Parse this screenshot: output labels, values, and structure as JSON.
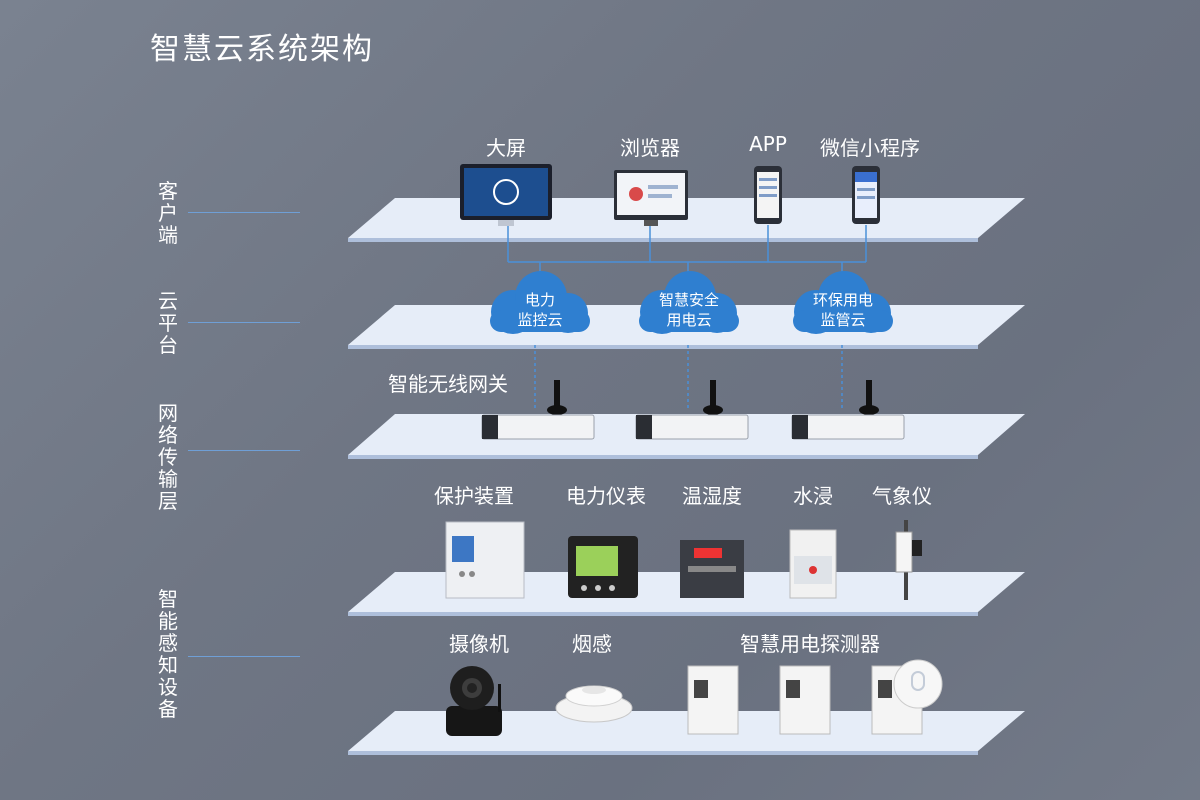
{
  "title": "智慧云系统架构",
  "layers": [
    {
      "id": "client",
      "label": "客户端"
    },
    {
      "id": "cloud",
      "label": "云平台"
    },
    {
      "id": "network",
      "label": "网络传输层"
    },
    {
      "id": "sensing",
      "label": "智能感知设备"
    }
  ],
  "client": {
    "items": [
      {
        "label": "大屏",
        "icon": "large-screen-icon"
      },
      {
        "label": "浏览器",
        "icon": "monitor-icon"
      },
      {
        "label": "APP",
        "icon": "phone-icon"
      },
      {
        "label": "微信小程序",
        "icon": "phone-icon"
      }
    ]
  },
  "cloud": {
    "items": [
      {
        "line1": "电力",
        "line2": "监控云"
      },
      {
        "line1": "智慧安全",
        "line2": "用电云"
      },
      {
        "line1": "环保用电",
        "line2": "监管云"
      }
    ]
  },
  "network": {
    "label": "智能无线网关",
    "gateway_count": 3
  },
  "devices_row1": [
    {
      "label": "保护装置",
      "icon": "protection-device-icon"
    },
    {
      "label": "电力仪表",
      "icon": "power-meter-icon"
    },
    {
      "label": "温湿度",
      "icon": "temp-humidity-icon"
    },
    {
      "label": "水浸",
      "icon": "water-sensor-icon"
    },
    {
      "label": "气象仪",
      "icon": "weather-station-icon"
    }
  ],
  "devices_row2": [
    {
      "label": "摄像机",
      "icon": "camera-icon"
    },
    {
      "label": "烟感",
      "icon": "smoke-detector-icon"
    },
    {
      "label": "智慧用电探测器",
      "icon": "electric-detector-icon"
    }
  ],
  "colors": {
    "platform_top": "#e4ecf8",
    "platform_side": "#b4c6e3",
    "cloud": "#2f7fd0",
    "line": "#6f9fd6"
  }
}
